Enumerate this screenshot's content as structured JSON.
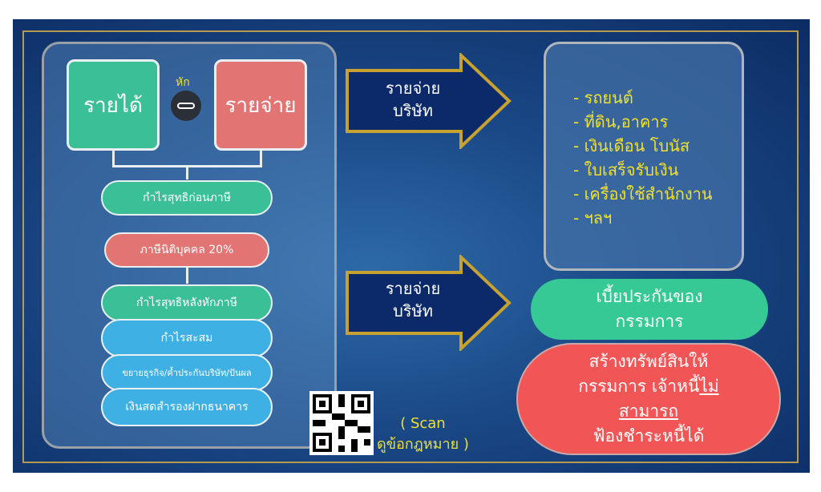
{
  "left": {
    "income": "รายได้",
    "deduct": "หัก",
    "expense": "รายจ่าย",
    "net_profit_before_tax": "กำไรสุทธิก่อนภาษี",
    "corporate_tax": "ภาษีนิติบุคคล 20%",
    "net_profit_after_tax": "กำไรสุทธิหลังหักภาษี",
    "retained_earnings": "กำไรสะสม",
    "uses": "ขยายธุรกิจ/ค้ำประกันบริษัท/ปันผล",
    "cash_reserve": "เงินสดสำรองฝากธนาคาร"
  },
  "arrows": [
    {
      "line1": "รายจ่าย",
      "line2": "บริษัท"
    },
    {
      "line1": "รายจ่าย",
      "line2": "บริษัท"
    }
  ],
  "expense_list": [
    "- รถยนต์",
    "- ที่ดิน,อาคาร",
    "- เงินเดือน โบนัส",
    "- ใบเสร็จรับเงิน",
    "- เครื่องใช้สำนักงาน",
    "- ฯลฯ"
  ],
  "premium": {
    "line1": "เบี้ยประกันของ",
    "line2": "กรรมการ"
  },
  "asset": {
    "line1": "สร้างทรัพย์สินให้",
    "line2a": "กรรมการ เจ้าหนี้",
    "line2b": "ไม่",
    "line3": "สามารถ",
    "line4": "ฟ้องชำระหนี้ได้"
  },
  "qr": {
    "line1": "( Scan",
    "line2": "ดูข้อกฎหมาย )"
  }
}
